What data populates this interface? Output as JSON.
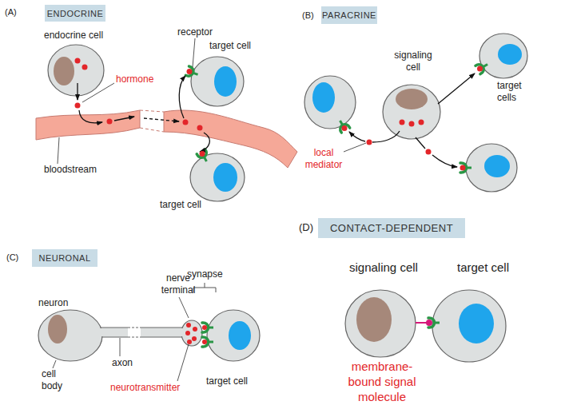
{
  "diagram": {
    "nodes": [
      {
        "text": [
          "ENDOCRINE"
        ]
      },
      {
        "text": [
          "PARACRINE"
        ]
      },
      {
        "text": [
          "NEURONAL"
        ]
      },
      {
        "text": [
          "CONTACT-DEPENDENT"
        ]
      }
    ],
    "labels": [
      "(A)",
      "endocrine cell",
      "receptor",
      "target cell",
      "hormone",
      "bloodstream",
      "target cell",
      "(B)",
      "signaling cell",
      "target cells",
      "local mediator",
      "(C)",
      "nerve terminal",
      "synapse",
      "neuron",
      "axon",
      "cell body",
      "neurotransmitter",
      "target cell",
      "(D)",
      "signaling cell",
      "target cell",
      "membrane-bound signal molecule"
    ]
  }
}
